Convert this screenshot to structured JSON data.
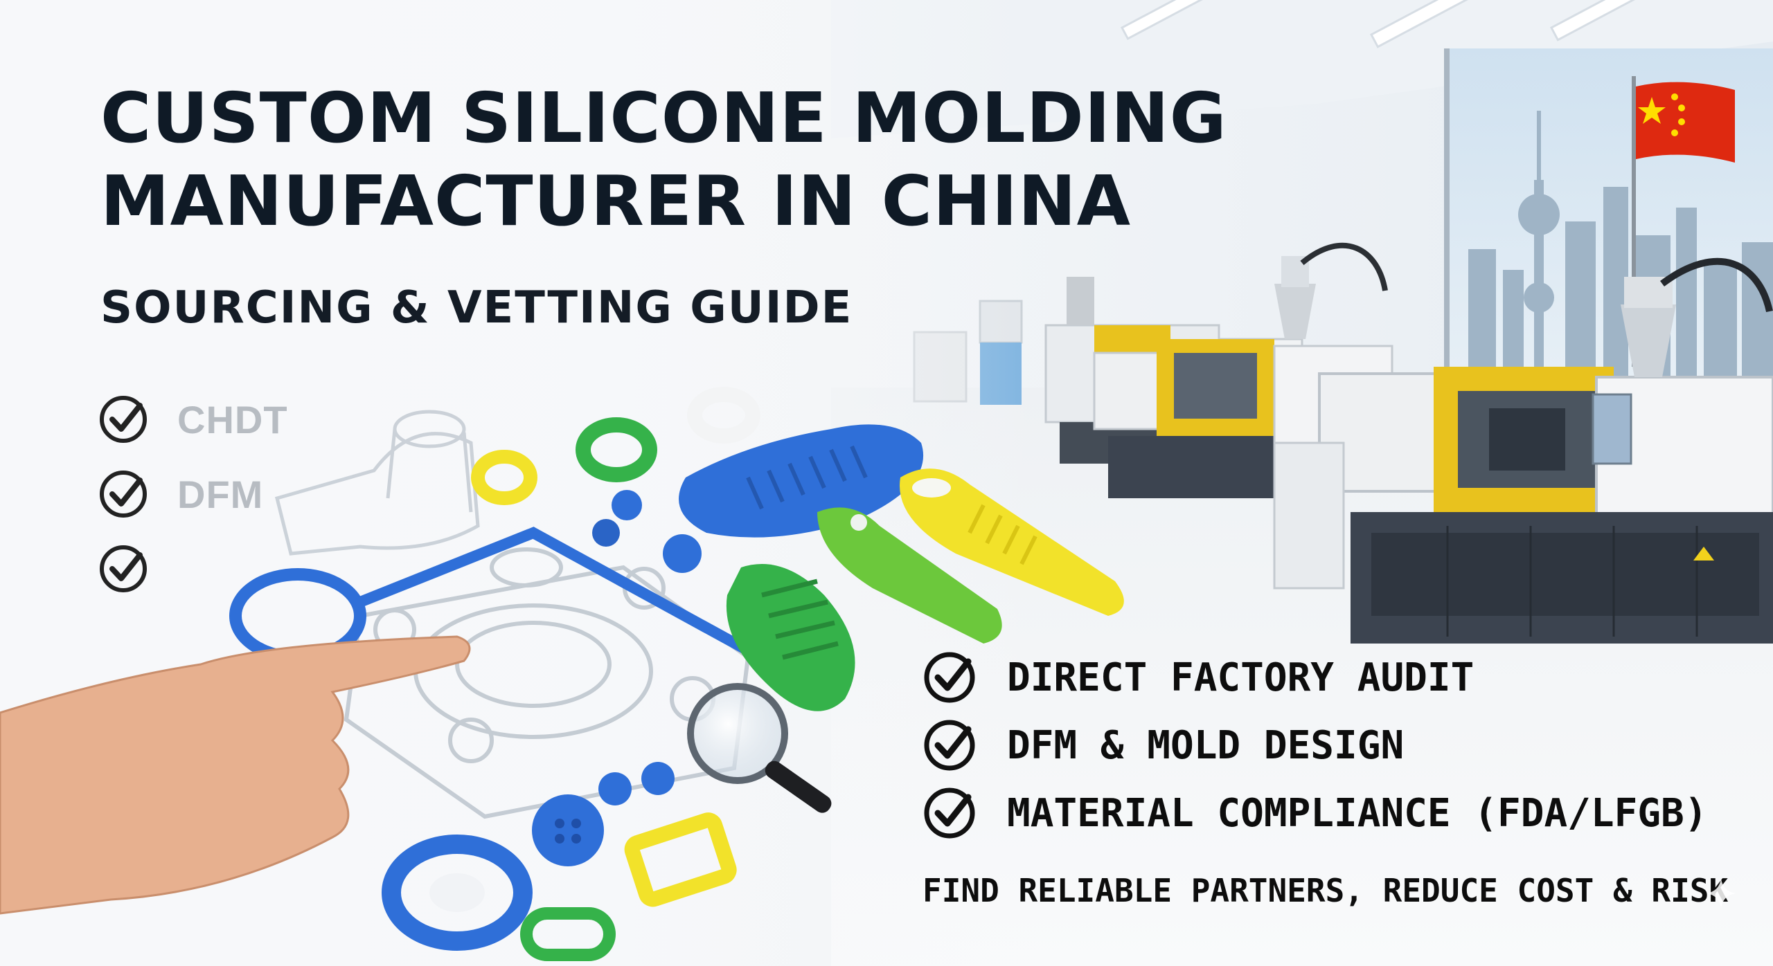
{
  "headline": {
    "line1": "CUSTOM SILICONE MOLDING",
    "line2": "MANUFACTURER IN CHINA",
    "subtitle": "SOURCING & VETTING GUIDE"
  },
  "faded_checklist": [
    "CHDT",
    "DFM",
    ""
  ],
  "features": [
    "DIRECT FACTORY AUDIT",
    "DFM & MOLD DESIGN",
    "MATERIAL COMPLIANCE (FDA/LFGB)"
  ],
  "tagline": "FIND RELIABLE PARTNERS, REDUCE COST & RISK",
  "icons": {
    "check": "check-circle-icon",
    "flag": "china-flag-icon",
    "magnifier": "magnifying-glass-icon",
    "sparkle": "sparkle-icon"
  },
  "colors": {
    "headline": "#0f1a26",
    "silicone_blue": "#2f6fd8",
    "silicone_green": "#35b24a",
    "silicone_yellow": "#f2e22a",
    "machine_yellow": "#e8c21e",
    "machine_gray": "#3c4450",
    "flag_red": "#de2910",
    "flag_star": "#ffde00"
  }
}
